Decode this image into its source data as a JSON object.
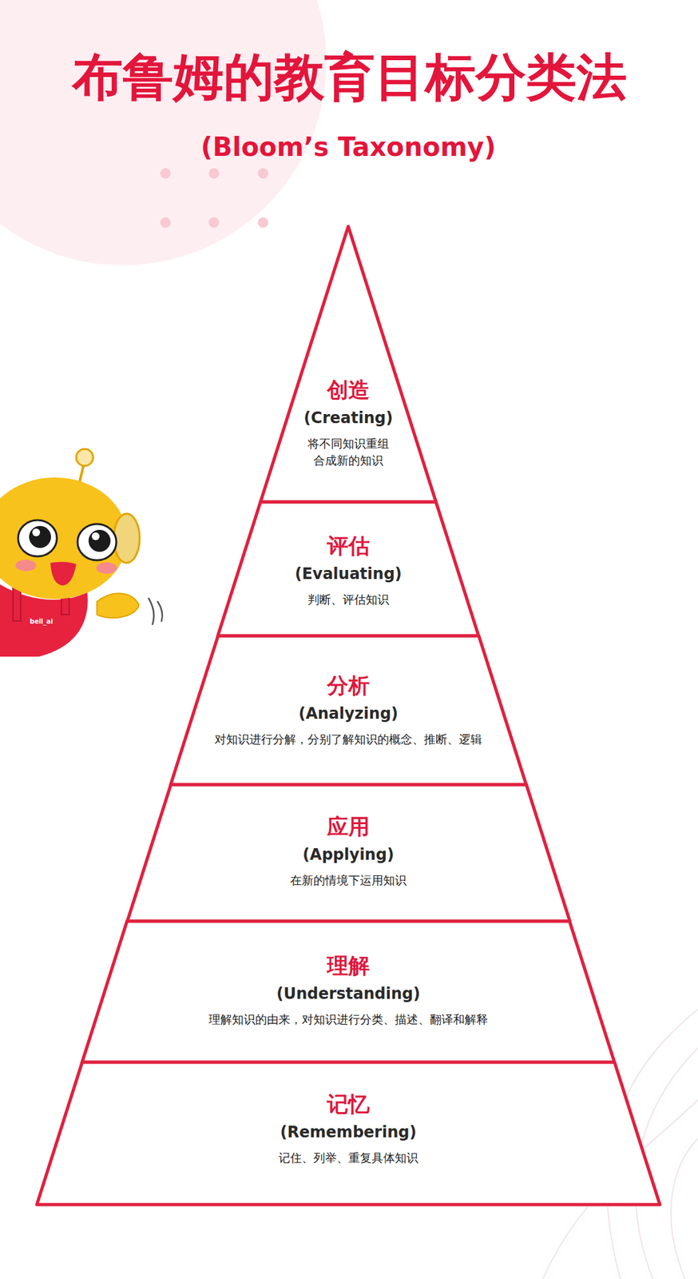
{
  "diagram": {
    "title": "布鲁姆的教育目标分类法",
    "nodes": [
      {
        "text": [
          "创造",
          "(Creating)",
          "将不同知识重组 合成新的知识"
        ]
      },
      {
        "text": [
          "评估",
          "(Evaluating)",
          "判断、评估知识"
        ]
      },
      {
        "text": [
          "分析",
          "(Analyzing)",
          "对知识进行分解，分别了解知识的概念、推断、逻辑"
        ]
      },
      {
        "text": [
          "应用",
          "(Applying)",
          "在新的情境下运用知识"
        ]
      },
      {
        "text": [
          "理解",
          "(Understanding)",
          "理解知识的由来，对知识进行分类、描述、翻译和解释"
        ]
      },
      {
        "text": [
          "记忆",
          "(Remembering)",
          "记住、列举、重复具体知识"
        ]
      }
    ],
    "labels": [
      "(Bloom’s Taxonomy)",
      "bell_ai"
    ]
  }
}
